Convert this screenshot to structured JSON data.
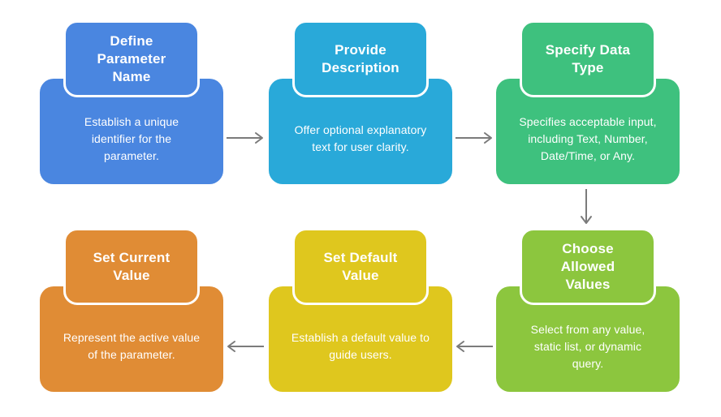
{
  "canvas": {
    "background": "#ffffff",
    "arrow_color": "#7b7b7b",
    "text_color": "#ffffff"
  },
  "steps": [
    {
      "id": "define-parameter-name",
      "color": "#4A86E0",
      "title": "Define\nParameter\nName",
      "description": "Establish a unique\nidentifier for the\nparameter."
    },
    {
      "id": "provide-description",
      "color": "#29A9D9",
      "title": "Provide\nDescription",
      "description": "Offer optional explanatory\ntext for user clarity."
    },
    {
      "id": "specify-data-type",
      "color": "#3EC17E",
      "title": "Specify Data\nType",
      "description": "Specifies acceptable input,\nincluding Text, Number,\nDate/Time, or Any."
    },
    {
      "id": "choose-allowed-values",
      "color": "#8CC63E",
      "title": "Choose\nAllowed\nValues",
      "description": "Select from any value,\nstatic list, or dynamic\nquery."
    },
    {
      "id": "set-default-value",
      "color": "#DFC71E",
      "title": "Set Default\nValue",
      "description": "Establish a default value to\nguide users."
    },
    {
      "id": "set-current-value",
      "color": "#E08C35",
      "title": "Set Current\nValue",
      "description": "Represent the active value\nof the parameter."
    }
  ],
  "arrows": [
    {
      "from": "define-parameter-name",
      "to": "provide-description",
      "direction": "right"
    },
    {
      "from": "provide-description",
      "to": "specify-data-type",
      "direction": "right"
    },
    {
      "from": "specify-data-type",
      "to": "choose-allowed-values",
      "direction": "down"
    },
    {
      "from": "choose-allowed-values",
      "to": "set-default-value",
      "direction": "left"
    },
    {
      "from": "set-default-value",
      "to": "set-current-value",
      "direction": "left"
    }
  ]
}
